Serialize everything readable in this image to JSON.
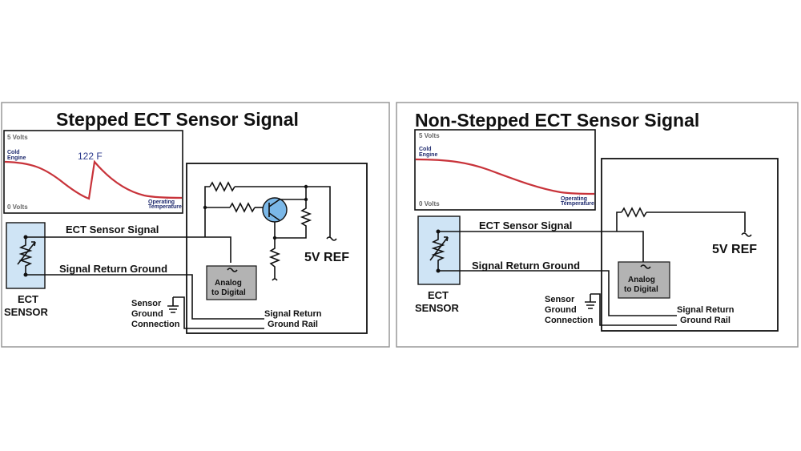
{
  "colors": {
    "curve": "#c8333a",
    "sensor_fill": "#cfe4f5",
    "adc_fill": "#b3b3b3",
    "transistor_fill": "#7bb8e8",
    "peak_label": "#2b3a8c"
  },
  "left_panel": {
    "title": "Stepped ECT Sensor Signal",
    "graph": {
      "top_label": "5 Volts",
      "bottom_label": "0 Volts",
      "start_label_1": "Cold",
      "start_label_2": "Engine",
      "end_label_1": "Operating",
      "end_label_2": "Temperature",
      "peak_label": "122 F"
    },
    "signal_label": "ECT Sensor Signal",
    "return_label": "Signal Return Ground",
    "sensor_label_1": "ECT",
    "sensor_label_2": "SENSOR",
    "ground_label_1": "Sensor",
    "ground_label_2": "Ground",
    "ground_label_3": "Connection",
    "adc_label_1": "Analog",
    "adc_label_2": "to Digital",
    "rail_label_1": "Signal Return",
    "rail_label_2": "Ground Rail",
    "ref_label": "5V REF"
  },
  "right_panel": {
    "title": "Non-Stepped ECT Sensor Signal",
    "graph": {
      "top_label": "5 Volts",
      "bottom_label": "0 Volts",
      "start_label_1": "Cold",
      "start_label_2": "Engine",
      "end_label_1": "Operating",
      "end_label_2": "Temperature"
    },
    "signal_label": "ECT Sensor Signal",
    "return_label": "Signal Return Ground",
    "sensor_label_1": "ECT",
    "sensor_label_2": "SENSOR",
    "ground_label_1": "Sensor",
    "ground_label_2": "Ground",
    "ground_label_3": "Connection",
    "adc_label_1": "Analog",
    "adc_label_2": "to Digital",
    "rail_label_1": "Signal Return",
    "rail_label_2": "Ground Rail",
    "ref_label": "5V REF"
  }
}
